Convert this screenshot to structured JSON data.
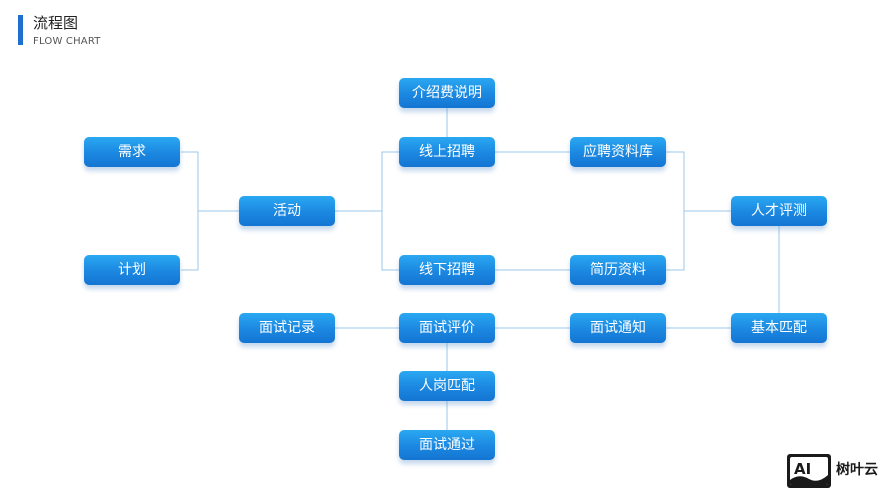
{
  "header": {
    "title": "流程图",
    "subtitle": "FLOW CHART"
  },
  "nodes": {
    "jieshao": "介绍费说明",
    "xuqiu": "需求",
    "xianshang": "线上招聘",
    "yingpin": "应聘资料库",
    "huodong": "活动",
    "rencai": "人才评测",
    "jihua": "计划",
    "xianxia": "线下招聘",
    "jianli": "简历资料",
    "jilu": "面试记录",
    "pingjia": "面试评价",
    "tongzhi": "面试通知",
    "jiben": "基本匹配",
    "rengang": "人岗匹配",
    "tongguo": "面试通过"
  },
  "brand": {
    "logo_text": "AI",
    "name": "树叶云"
  },
  "colors": {
    "accent": "#1e6fd0",
    "box_top": "#2aa8f2",
    "box_bottom": "#1475d2",
    "line": "#9cc8ea"
  }
}
